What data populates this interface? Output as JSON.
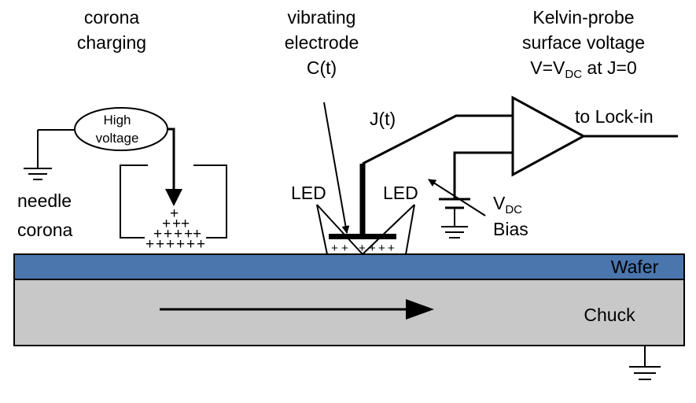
{
  "labels": {
    "corona_charging_1": "corona",
    "corona_charging_2": "charging",
    "vibrating_1": "vibrating",
    "vibrating_2": "electrode",
    "vibrating_3": "C(t)",
    "kelvin_1": "Kelvin-probe",
    "kelvin_2": "surface voltage",
    "kelvin_3_pre": "V=V",
    "kelvin_3_sub": "DC",
    "kelvin_3_post": " at J=0",
    "high_voltage_1": "High",
    "high_voltage_2": "voltage",
    "needle_1": "needle",
    "needle_2": "corona",
    "led_left": "LED",
    "led_right": "LED",
    "current": "J(t)",
    "lockin": "to Lock-in",
    "vdc_main": "V",
    "vdc_sub": "DC",
    "bias": "Bias",
    "wafer": "Wafer",
    "chuck": "Chuck",
    "charge_symbol": "+"
  },
  "colors": {
    "wafer": "#4a76ad",
    "chuck": "#c8c8c8",
    "line": "#000000"
  }
}
